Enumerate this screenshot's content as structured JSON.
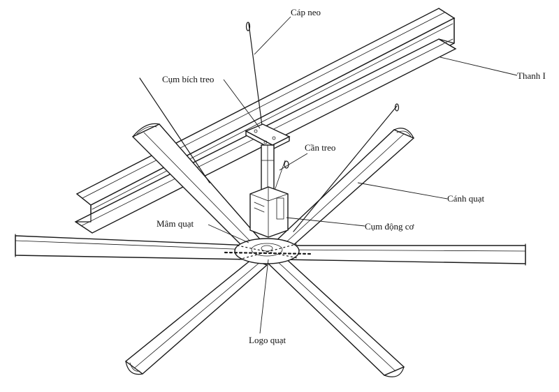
{
  "labels": {
    "cap_neo": "Cáp neo",
    "thanh_i": "Thanh I",
    "cum_bich_treo": "Cụm bích treo",
    "can_treo": "Cần treo",
    "canh_quat": "Cánh quạt",
    "mam_quat": "Mâm quạt",
    "cum_dong_co": "Cụm động cơ",
    "logo_quat": "Logo quạt"
  }
}
